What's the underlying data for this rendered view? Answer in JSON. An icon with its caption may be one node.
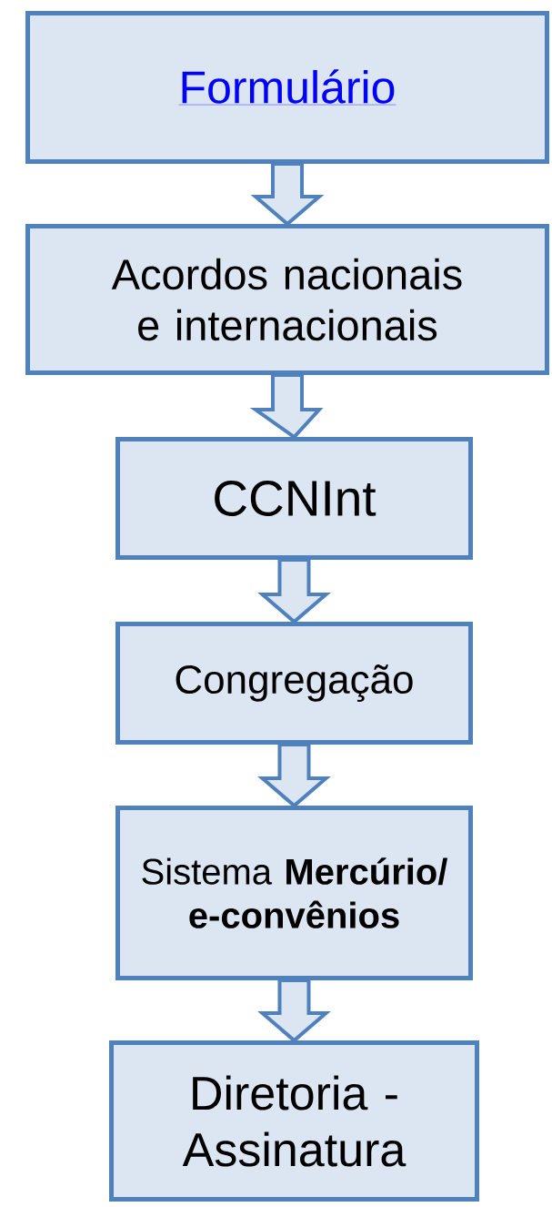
{
  "diagram": {
    "nodes": [
      {
        "text": [
          "Formulário"
        ]
      },
      {
        "text": [
          "Acordos nacionais e internacionais"
        ]
      },
      {
        "text": [
          "CCNInt"
        ]
      },
      {
        "text": [
          "Congregação"
        ]
      },
      {
        "text": [
          "Sistema **Mercúrio/ e-convênios**"
        ]
      },
      {
        "text": [
          "Diretoria - Assinatura"
        ]
      }
    ],
    "edges": [
      {
        "from": 0,
        "to": 1,
        "arrow": "to"
      },
      {
        "from": 1,
        "to": 2,
        "arrow": "to"
      },
      {
        "from": 2,
        "to": 3,
        "arrow": "to"
      },
      {
        "from": 3,
        "to": 4,
        "arrow": "to"
      },
      {
        "from": 4,
        "to": 5,
        "arrow": "to"
      }
    ]
  }
}
